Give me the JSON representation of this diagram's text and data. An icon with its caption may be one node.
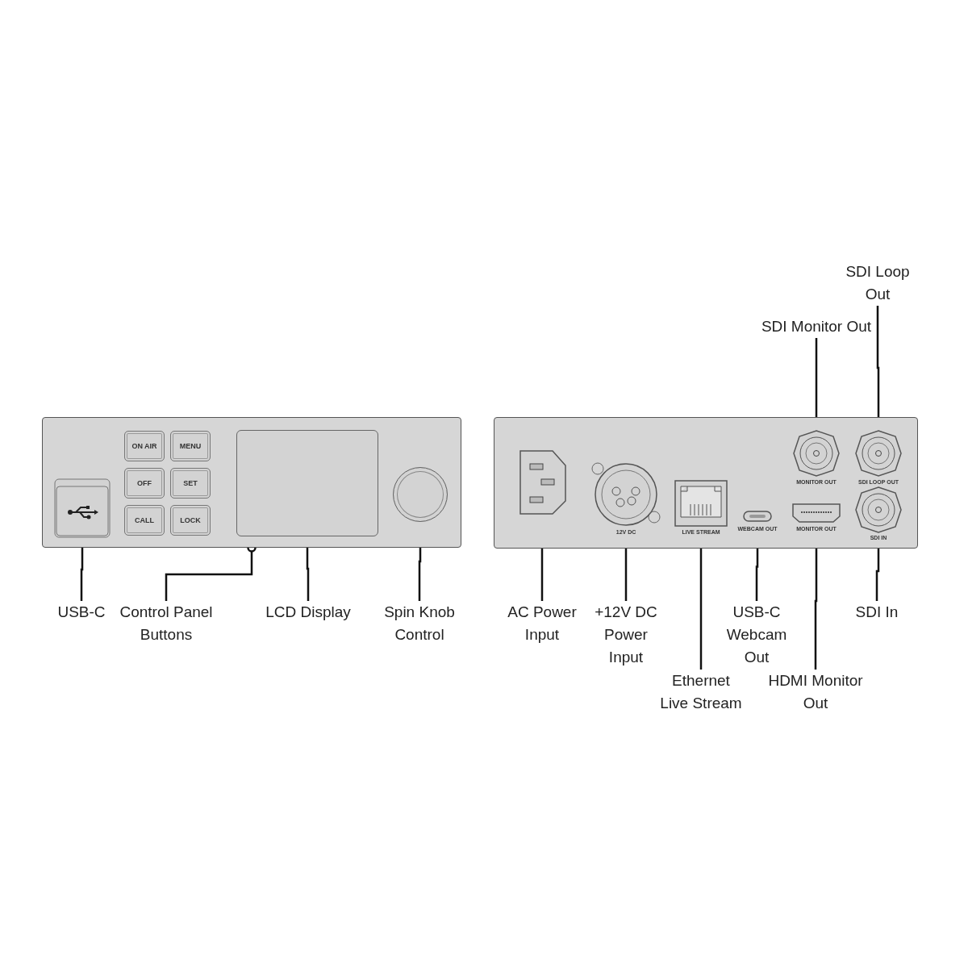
{
  "diagram": {
    "nodes": [
      {
        "text": [],
        "shape": "box"
      },
      {
        "text": [],
        "shape": "box",
        "in": 0
      },
      {
        "text": [
          "ON AIR"
        ],
        "in": 0
      },
      {
        "text": [
          "MENU"
        ],
        "in": 0
      },
      {
        "text": [
          "OFF"
        ],
        "in": 0
      },
      {
        "text": [
          "SET"
        ],
        "in": 0
      },
      {
        "text": [
          "CALL"
        ],
        "in": 0
      },
      {
        "text": [
          "LOCK"
        ],
        "in": 0
      },
      {
        "text": [],
        "shape": "box",
        "in": 0
      },
      {
        "text": [],
        "shape": "circle",
        "in": 0
      },
      {
        "text": [],
        "shape": "box"
      },
      {
        "text": [],
        "shape": "box",
        "in": 10
      },
      {
        "text": [
          "12V DC"
        ],
        "in": 10
      },
      {
        "text": [
          "LIVE STREAM"
        ],
        "in": 10
      },
      {
        "text": [
          "WEBCAM OUT"
        ],
        "in": 10
      },
      {
        "text": [
          "MONITOR OUT"
        ],
        "in": 10
      },
      {
        "text": [
          "MONITOR OUT"
        ],
        "in": 10
      },
      {
        "text": [
          "SDI LOOP OUT"
        ],
        "in": 10
      },
      {
        "text": [
          "SDI IN"
        ],
        "in": 10
      },
      {
        "text": [
          "SDI Loop Out"
        ]
      },
      {
        "text": [
          "SDI Monitor Out"
        ]
      },
      {
        "text": [
          "USB-C"
        ]
      },
      {
        "text": [
          "Control Panel Buttons"
        ]
      },
      {
        "text": [
          "LCD Display"
        ]
      },
      {
        "text": [
          "Spin Knob Control"
        ]
      },
      {
        "text": [
          "AC Power Input"
        ]
      },
      {
        "text": [
          "+12V DC Power Input"
        ]
      },
      {
        "text": [
          "USB-C Webcam Out"
        ]
      },
      {
        "text": [
          "SDI In"
        ]
      },
      {
        "text": [
          "Ethernet Live Stream"
        ]
      },
      {
        "text": [
          "HDMI Monitor Out"
        ]
      }
    ],
    "edges": [
      {
        "from": 19,
        "to": 17,
        "arrow": "other"
      },
      {
        "from": 20,
        "to": 16,
        "arrow": "other"
      },
      {
        "from": 21,
        "to": 1,
        "arrow": "other"
      },
      {
        "from": 22,
        "to": 0,
        "arrow": "other"
      },
      {
        "from": 23,
        "to": 8,
        "arrow": "other"
      },
      {
        "from": 24,
        "to": 9,
        "arrow": "other"
      },
      {
        "from": 25,
        "to": 11,
        "arrow": "other"
      },
      {
        "from": 26,
        "to": 12,
        "arrow": "other"
      },
      {
        "from": 27,
        "to": 14,
        "arrow": "other"
      },
      {
        "from": 28,
        "to": 18,
        "arrow": "other"
      },
      {
        "from": 29,
        "to": 13,
        "arrow": "other"
      },
      {
        "from": 30,
        "to": 15,
        "arrow": "other"
      }
    ]
  }
}
